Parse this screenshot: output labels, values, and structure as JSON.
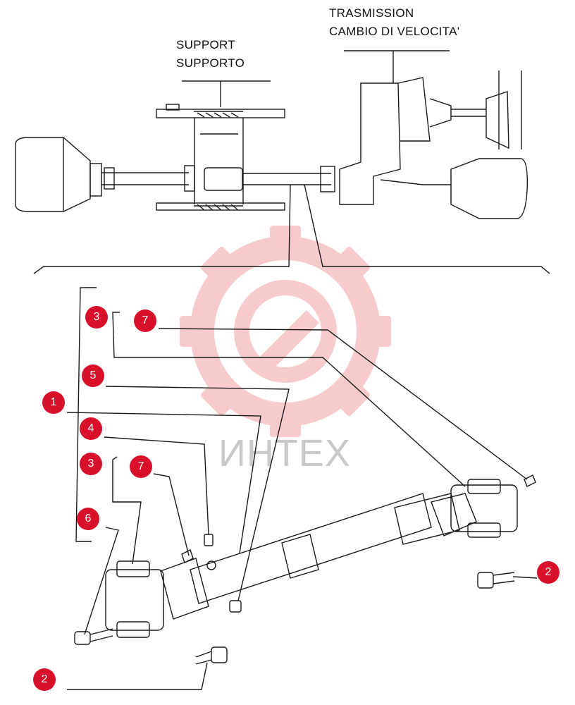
{
  "labels": {
    "transmission_en": "TRASMISSION",
    "transmission_it": "CAMBIO DI VELOCITA'",
    "support_en": "SUPPORT",
    "support_it": "SUPPORTO"
  },
  "watermark": {
    "text": "ИНТЕХ",
    "logo": "gear-logo",
    "color": "#f3b3b3"
  },
  "callouts": {
    "c3_top": "3",
    "c7_top": "7",
    "c5": "5",
    "c1": "1",
    "c4": "4",
    "c3_mid": "3",
    "c7_mid": "7",
    "c6": "6",
    "c2_right": "2",
    "c2_bottom": "2"
  },
  "colors": {
    "callout": "#d9102a",
    "line": "#1a1a1a"
  }
}
